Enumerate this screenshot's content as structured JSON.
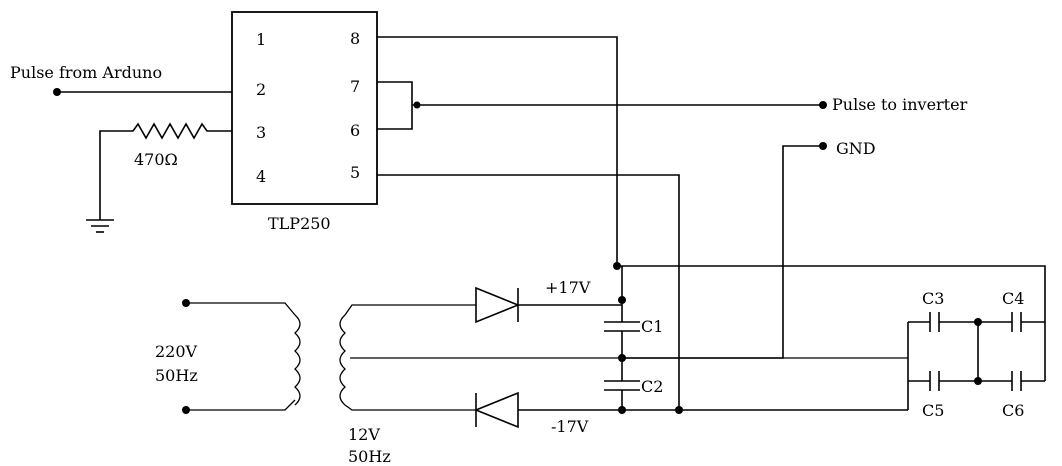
{
  "chip": {
    "name": "TLP250",
    "pins": [
      "1",
      "2",
      "3",
      "4",
      "5",
      "6",
      "7",
      "8"
    ]
  },
  "labels": {
    "pulse_in": "Pulse from Arduno",
    "pulse_out": "Pulse to inverter",
    "gnd": "GND",
    "resistor": "470Ω",
    "plus_v": "+17V",
    "minus_v": "-17V",
    "primary_v": "220V",
    "primary_f": "50Hz",
    "secondary_v": "12V",
    "secondary_f": "50Hz"
  },
  "capacitors": [
    "C1",
    "C2",
    "C3",
    "C4",
    "C5",
    "C6"
  ]
}
